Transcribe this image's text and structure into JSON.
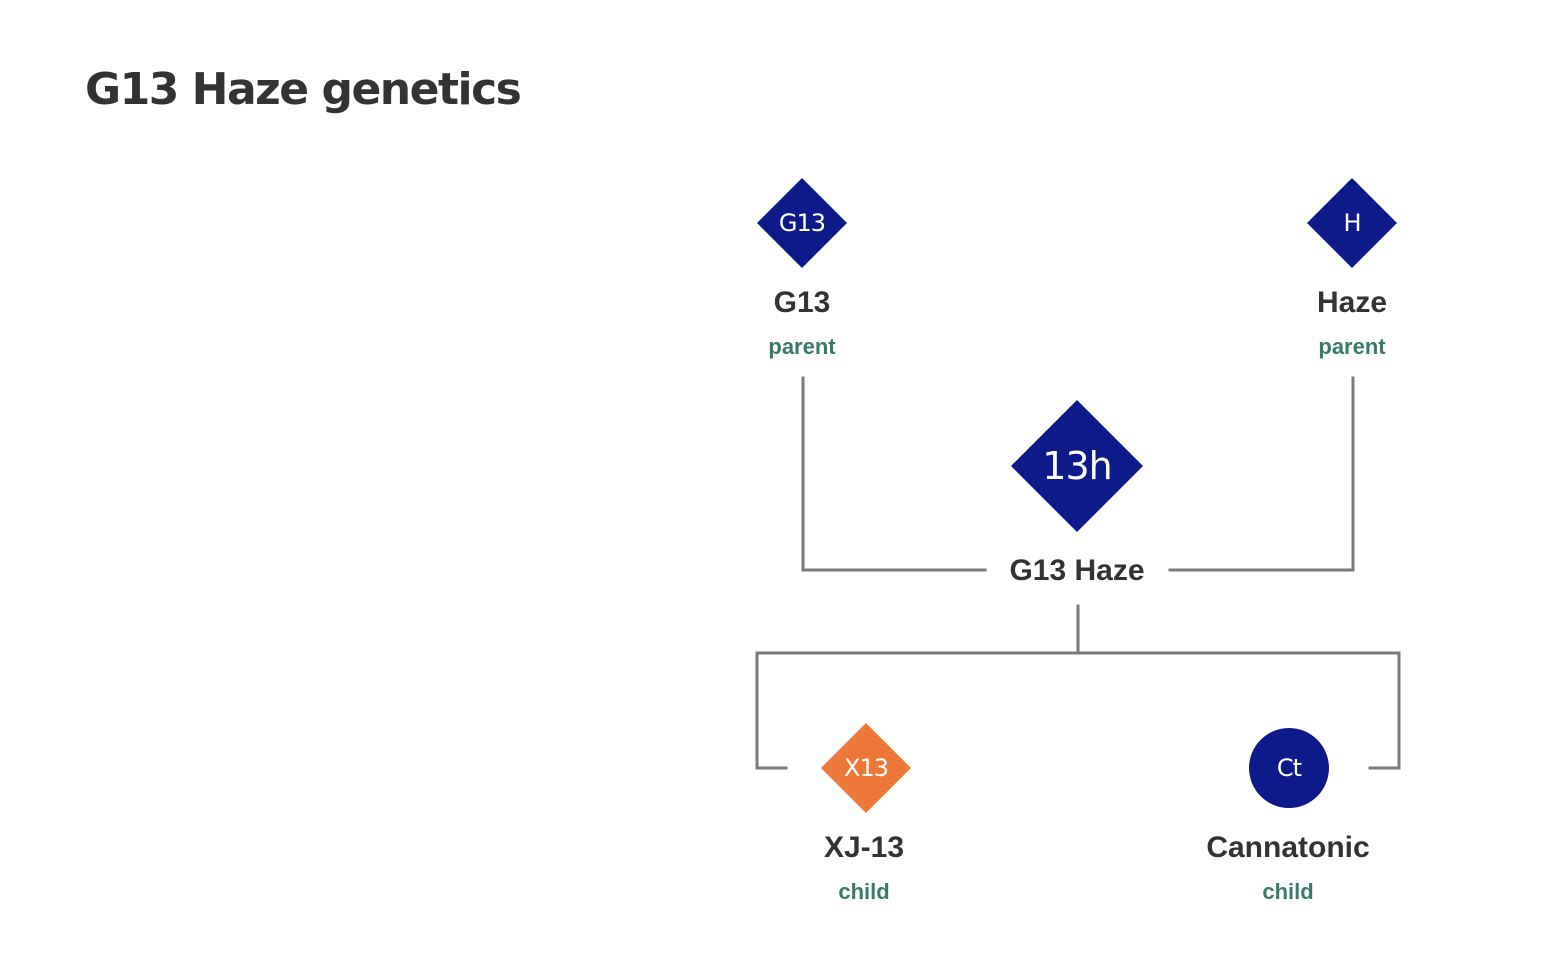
{
  "title": "G13 Haze genetics",
  "colors": {
    "badge_primary": "#0f1a8a",
    "badge_child_orange": "#ec7739",
    "role_text": "#3b7a68",
    "name_text": "#333333",
    "connector": "#7a7a7a"
  },
  "focus": {
    "badge": "13h",
    "name": "G13 Haze",
    "shape": "diamond",
    "color": "#0f1a8a"
  },
  "parents": [
    {
      "badge": "G13",
      "name": "G13",
      "role": "parent",
      "shape": "diamond",
      "color": "#0f1a8a"
    },
    {
      "badge": "H",
      "name": "Haze",
      "role": "parent",
      "shape": "diamond",
      "color": "#0f1a8a"
    }
  ],
  "children": [
    {
      "badge": "X13",
      "name": "XJ-13",
      "role": "child",
      "shape": "diamond",
      "color": "#ec7739"
    },
    {
      "badge": "Ct",
      "name": "Cannatonic",
      "role": "child",
      "shape": "circle",
      "color": "#0f1a8a"
    }
  ]
}
